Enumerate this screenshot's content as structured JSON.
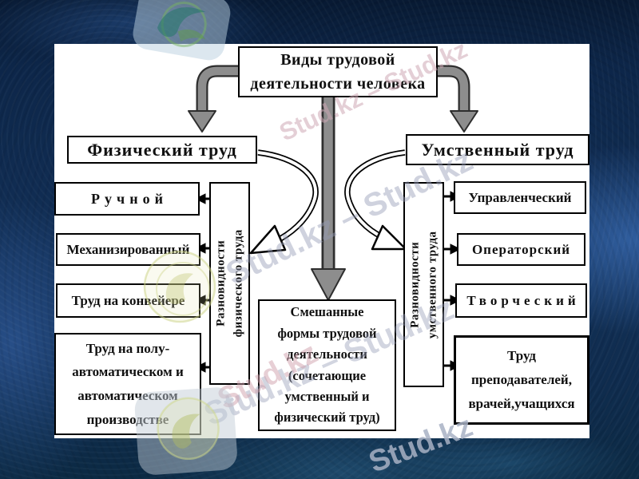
{
  "colors": {
    "background_navy": "#0d2445",
    "panel_white": "#ffffff",
    "box_border": "#000000",
    "arrow_gray": "#8d8d8d",
    "arrow_dark": "#2e2e2e",
    "watermark_pink": "#cda7b4",
    "watermark_gray": "#949cb6"
  },
  "watermarks": {
    "brand": "Stud.kz",
    "diag_top": "Stud.kz – Stud.kz",
    "diag_mid": "Stud.kz – Stud.kz",
    "diag_low": "Stud.kz – Stud.kz",
    "pink_low": "Stud.kz",
    "bottom": "Stud.kz"
  },
  "diagram": {
    "title": {
      "lines": [
        "Виды трудовой",
        "деятельности человека"
      ]
    },
    "physical": {
      "header": "Физический труд",
      "varieties_label": {
        "lines": [
          "Разновидности",
          "физического труда"
        ]
      },
      "items": [
        {
          "lines": [
            "Ручной"
          ]
        },
        {
          "lines": [
            "Механизированный"
          ]
        },
        {
          "lines": [
            "Труд на конвейере"
          ]
        },
        {
          "lines": [
            "Труд на полу-",
            "автоматическом и",
            "автоматическом",
            "производстве"
          ]
        }
      ]
    },
    "mental": {
      "header": "Умственный труд",
      "varieties_label": {
        "lines": [
          "Разновидности",
          "умственного труда"
        ]
      },
      "items": [
        {
          "lines": [
            "Управленческий"
          ]
        },
        {
          "lines": [
            "Операторский"
          ]
        },
        {
          "lines": [
            "Творческий"
          ]
        },
        {
          "lines": [
            "Труд",
            "преподавателей,",
            "врачей,учащихся"
          ]
        }
      ]
    },
    "mixed": {
      "lines": [
        "Смешанные",
        "формы трудовой",
        "деятельности",
        "(сочетающие",
        "умственный и",
        "физический труд)"
      ]
    }
  }
}
